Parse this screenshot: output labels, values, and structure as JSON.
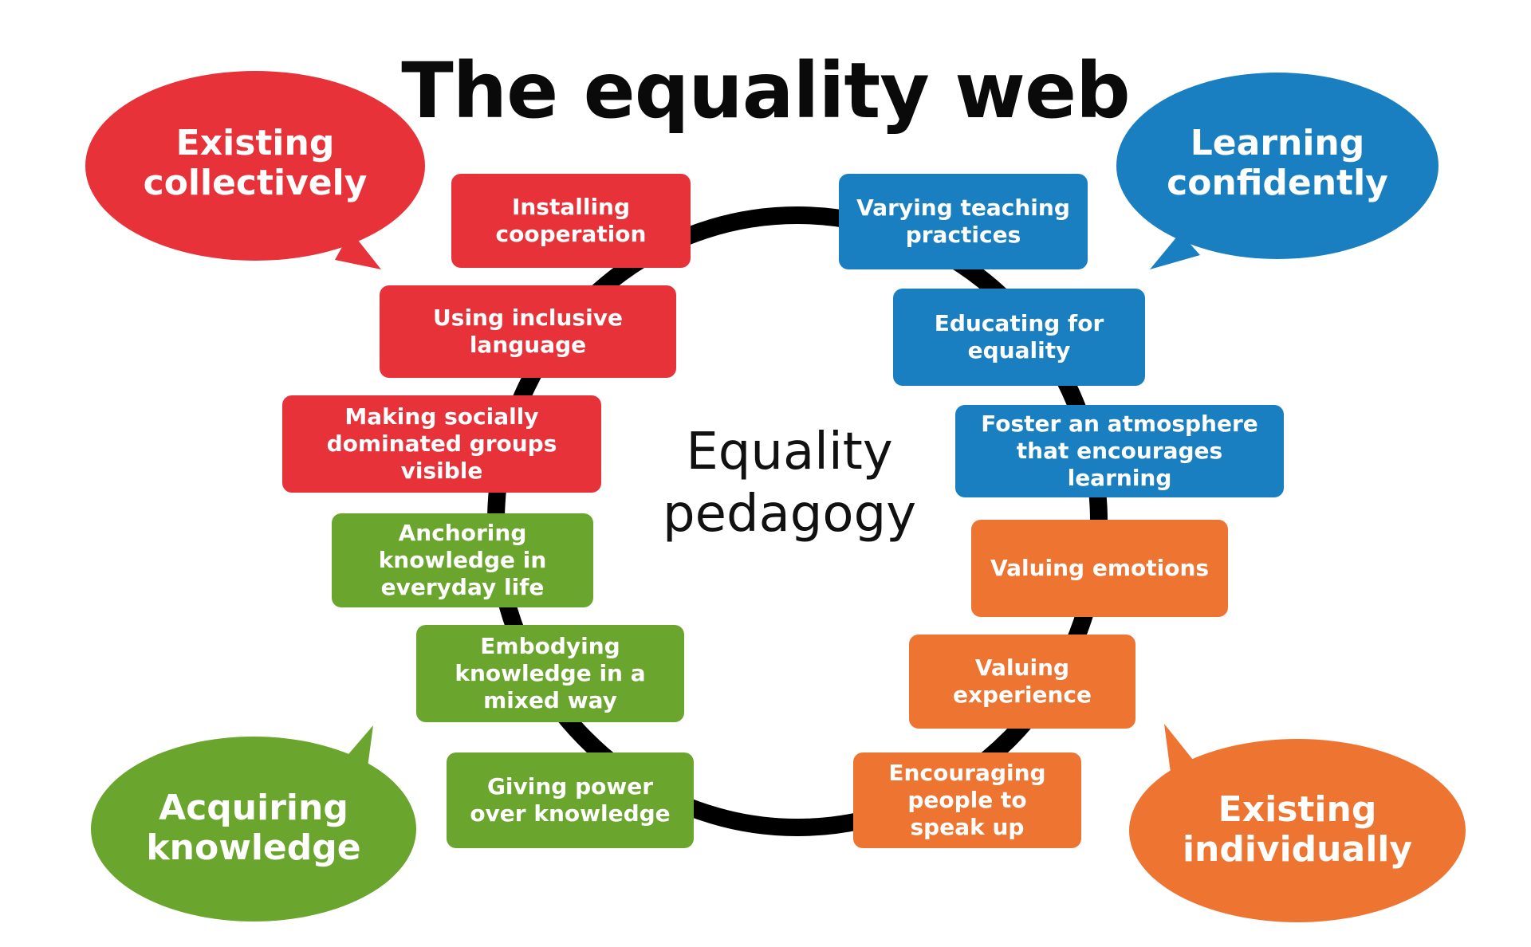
{
  "title": "The equality web",
  "center": {
    "line1": "Equality",
    "line2": "pedagogy"
  },
  "colors": {
    "red": "#e8323a",
    "blue": "#1a7fc1",
    "green": "#6aa52d",
    "orange": "#ee7432",
    "ring": "#000000"
  },
  "bubbles": {
    "top_left": "Existing collectively",
    "top_right": "Learning confidently",
    "bottom_left": "Acquiring knowledge",
    "bottom_right": "Existing individually"
  },
  "boxes": {
    "installing_cooperation": "Installing cooperation",
    "using_inclusive_language": "Using inclusive language",
    "making_groups_visible": "Making socially dominated groups visible",
    "anchoring_knowledge": "Anchoring knowledge in everyday life",
    "embodying_knowledge": "Embodying knowledge in a mixed way",
    "giving_power": "Giving power over knowledge",
    "varying_teaching": "Varying teaching practices",
    "educating_equality": "Educating for equality",
    "foster_atmosphere": "Foster an atmosphere that encourages learning",
    "valuing_emotions": "Valuing emotions",
    "valuing_experience": "Valuing experience",
    "encouraging_speak": "Encouraging people to speak up"
  }
}
